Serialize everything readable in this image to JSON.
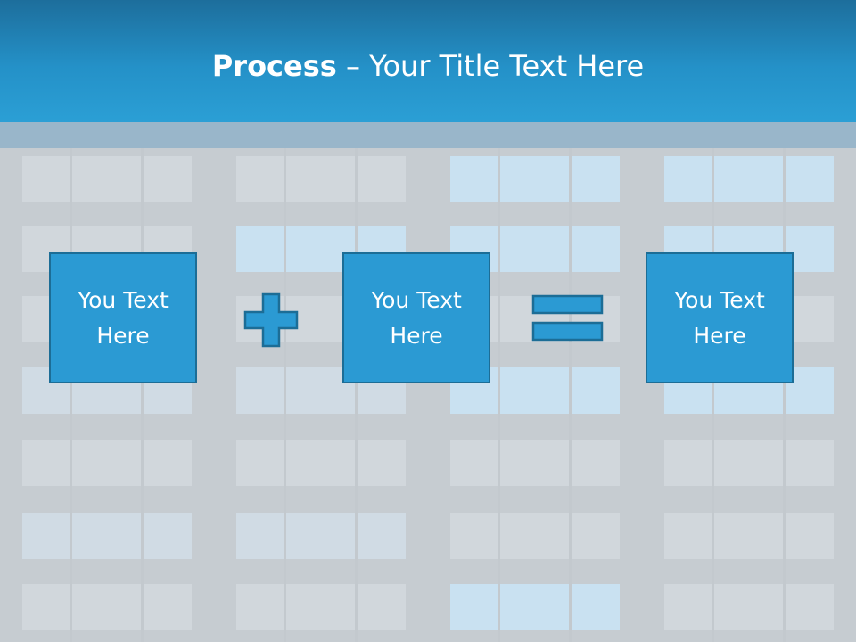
{
  "slide": {
    "title_bold": "Process",
    "title_rest": " – Your Title Text Here"
  },
  "boxes": [
    {
      "text": "You Text Here"
    },
    {
      "text": "You Text Here"
    },
    {
      "text": "You Text Here"
    }
  ],
  "operators": {
    "first": "plus-icon",
    "second": "equals-icon"
  },
  "colors": {
    "header": "#2491c8",
    "box_fill": "#2b9ad3",
    "box_border": "#1c6d96",
    "background": "#c6ccd1"
  }
}
